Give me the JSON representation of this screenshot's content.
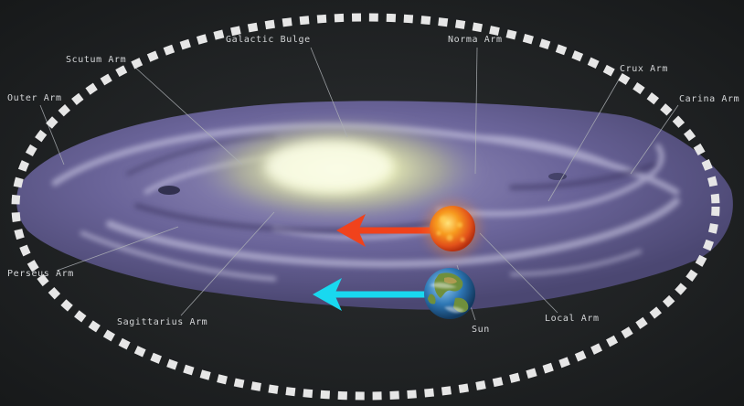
{
  "labels": {
    "galactic_bulge": "Galactic Bulge",
    "norma_arm": "Norma Arm",
    "scutum_arm": "Scutum Arm",
    "crux_arm": "Crux Arm",
    "carina_arm": "Carina Arm",
    "outer_arm": "Outer Arm",
    "perseus_arm": "Perseus Arm",
    "sagittarius_arm": "Sagittarius Arm",
    "sun": "Sun",
    "local_arm": "Local Arm"
  },
  "colors": {
    "background": "#1f2122",
    "orbit_outline": "#e6e6e6",
    "sun_arrow": "#f0421c",
    "earth_arrow": "#19d8ef",
    "galaxy_disk": "#6f6a9e",
    "galactic_core": "#f4f6d0",
    "label_text": "#d4d6d8"
  },
  "icons": {
    "sun": "sun-icon",
    "earth": "earth-icon"
  }
}
